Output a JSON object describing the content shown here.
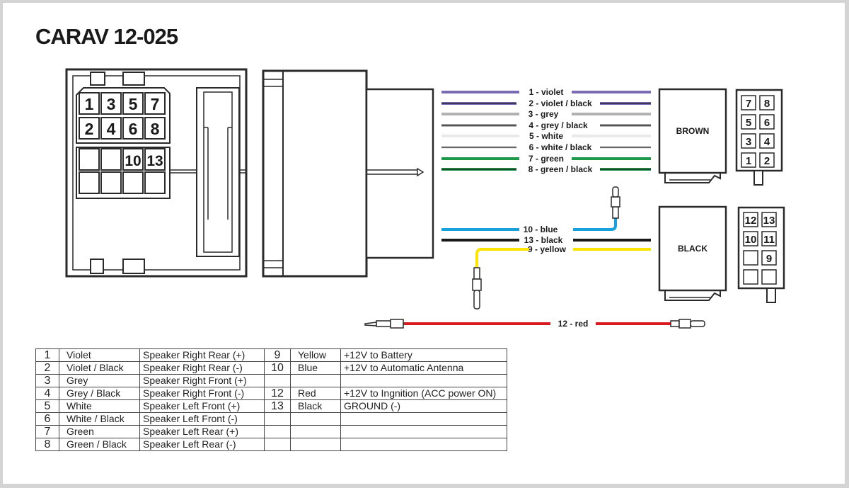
{
  "title": "CARAV 12-025",
  "iso_pins": {
    "row1": [
      "1",
      "3",
      "5",
      "7"
    ],
    "row2": [
      "2",
      "4",
      "6",
      "8"
    ],
    "row3": [
      "",
      "",
      "10",
      "13"
    ],
    "row4": [
      "",
      "",
      "",
      ""
    ]
  },
  "wires": [
    {
      "label": "1 - violet",
      "color": "#7b6bb4",
      "stripe": ""
    },
    {
      "label": "2 - violet / black",
      "color": "#7b6bb4",
      "stripe": "#1a1a1a"
    },
    {
      "label": "3 - grey",
      "color": "#b1b1b1",
      "stripe": ""
    },
    {
      "label": "4 - grey / black",
      "color": "#b1b1b1",
      "stripe": "#1a1a1a"
    },
    {
      "label": "5 - white",
      "color": "#e9e9e9",
      "stripe": ""
    },
    {
      "label": "6 - white / black",
      "color": "#e9e9e9",
      "stripe": "#1a1a1a"
    },
    {
      "label": "7 - green",
      "color": "#1e9a4a",
      "stripe": ""
    },
    {
      "label": "8 - green / black",
      "color": "#1e9a4a",
      "stripe": "#1a1a1a"
    },
    {
      "label": "10 - blue",
      "color": "#1aa0dc",
      "stripe": ""
    },
    {
      "label": "13 - black",
      "color": "#1a1a1a",
      "stripe": ""
    },
    {
      "label": "9 - yellow",
      "color": "#ffe400",
      "stripe": ""
    },
    {
      "label": "12 - red",
      "color": "#d71920",
      "stripe": ""
    }
  ],
  "connectors": {
    "brown": {
      "label": "BROWN",
      "pins": [
        [
          "7",
          "8"
        ],
        [
          "5",
          "6"
        ],
        [
          "3",
          "4"
        ],
        [
          "1",
          "2"
        ]
      ]
    },
    "black": {
      "label": "BLACK",
      "pins": [
        [
          "12",
          "13"
        ],
        [
          "10",
          "11"
        ],
        [
          "",
          "9"
        ],
        [
          "",
          ""
        ]
      ]
    }
  },
  "legend": {
    "rows": [
      {
        "num": "1",
        "color": "Violet",
        "function": "Speaker Right Rear (+)",
        "num2": "9",
        "color2": "Yellow",
        "function2": "+12V to Battery"
      },
      {
        "num": "2",
        "color": "Violet / Black",
        "function": "Speaker Right Rear (-)",
        "num2": "10",
        "color2": "Blue",
        "function2": "+12V to Automatic Antenna"
      },
      {
        "num": "3",
        "color": "Grey",
        "function": "Speaker Right Front (+)",
        "num2": "",
        "color2": "",
        "function2": ""
      },
      {
        "num": "4",
        "color": "Grey / Black",
        "function": "Speaker Right Front (-)",
        "num2": "12",
        "color2": "Red",
        "function2": "+12V to Ingnition (ACC power ON)"
      },
      {
        "num": "5",
        "color": "White",
        "function": "Speaker Left Front (+)",
        "num2": "13",
        "color2": "Black",
        "function2": "GROUND (-)"
      },
      {
        "num": "6",
        "color": "White / Black",
        "function": "Speaker Left Front (-)",
        "num2": "",
        "color2": "",
        "function2": ""
      },
      {
        "num": "7",
        "color": "Green",
        "function": "Speaker Left Rear (+)",
        "num2": "",
        "color2": "",
        "function2": ""
      },
      {
        "num": "8",
        "color": "Green / Black",
        "function": "Speaker Left Rear (-)",
        "num2": "",
        "color2": "",
        "function2": ""
      }
    ]
  }
}
